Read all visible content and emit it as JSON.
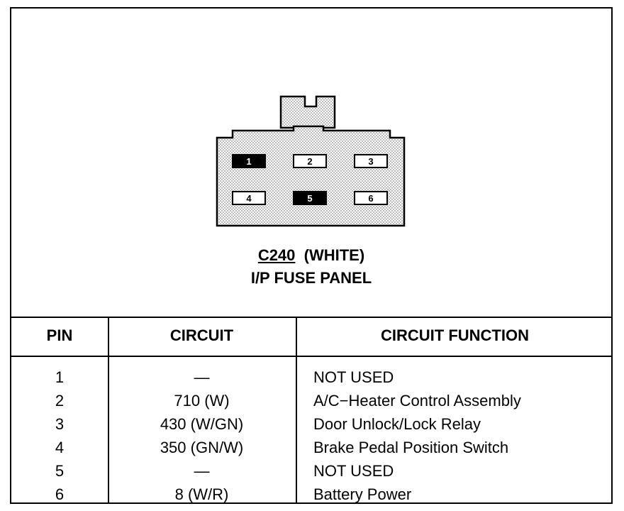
{
  "connector": {
    "id": "C240",
    "color_label": "(WHITE)",
    "location": "I/P FUSE PANEL",
    "cavities": [
      {
        "label": "1",
        "filled": true
      },
      {
        "label": "2",
        "filled": false
      },
      {
        "label": "3",
        "filled": false
      },
      {
        "label": "4",
        "filled": false
      },
      {
        "label": "5",
        "filled": true
      },
      {
        "label": "6",
        "filled": false
      }
    ]
  },
  "table": {
    "headers": {
      "pin": "PIN",
      "circuit": "CIRCUIT",
      "function": "CIRCUIT FUNCTION"
    },
    "rows": [
      {
        "pin": "1",
        "circuit": "—",
        "function": "NOT USED"
      },
      {
        "pin": "2",
        "circuit": "710 (W)",
        "function": "A/C−Heater Control Assembly"
      },
      {
        "pin": "3",
        "circuit": "430 (W/GN)",
        "function": "Door Unlock/Lock Relay"
      },
      {
        "pin": "4",
        "circuit": "350 (GN/W)",
        "function": "Brake Pedal Position Switch"
      },
      {
        "pin": "5",
        "circuit": "—",
        "function": "NOT USED"
      },
      {
        "pin": "6",
        "circuit": "8 (W/R)",
        "function": "Battery Power"
      }
    ]
  }
}
